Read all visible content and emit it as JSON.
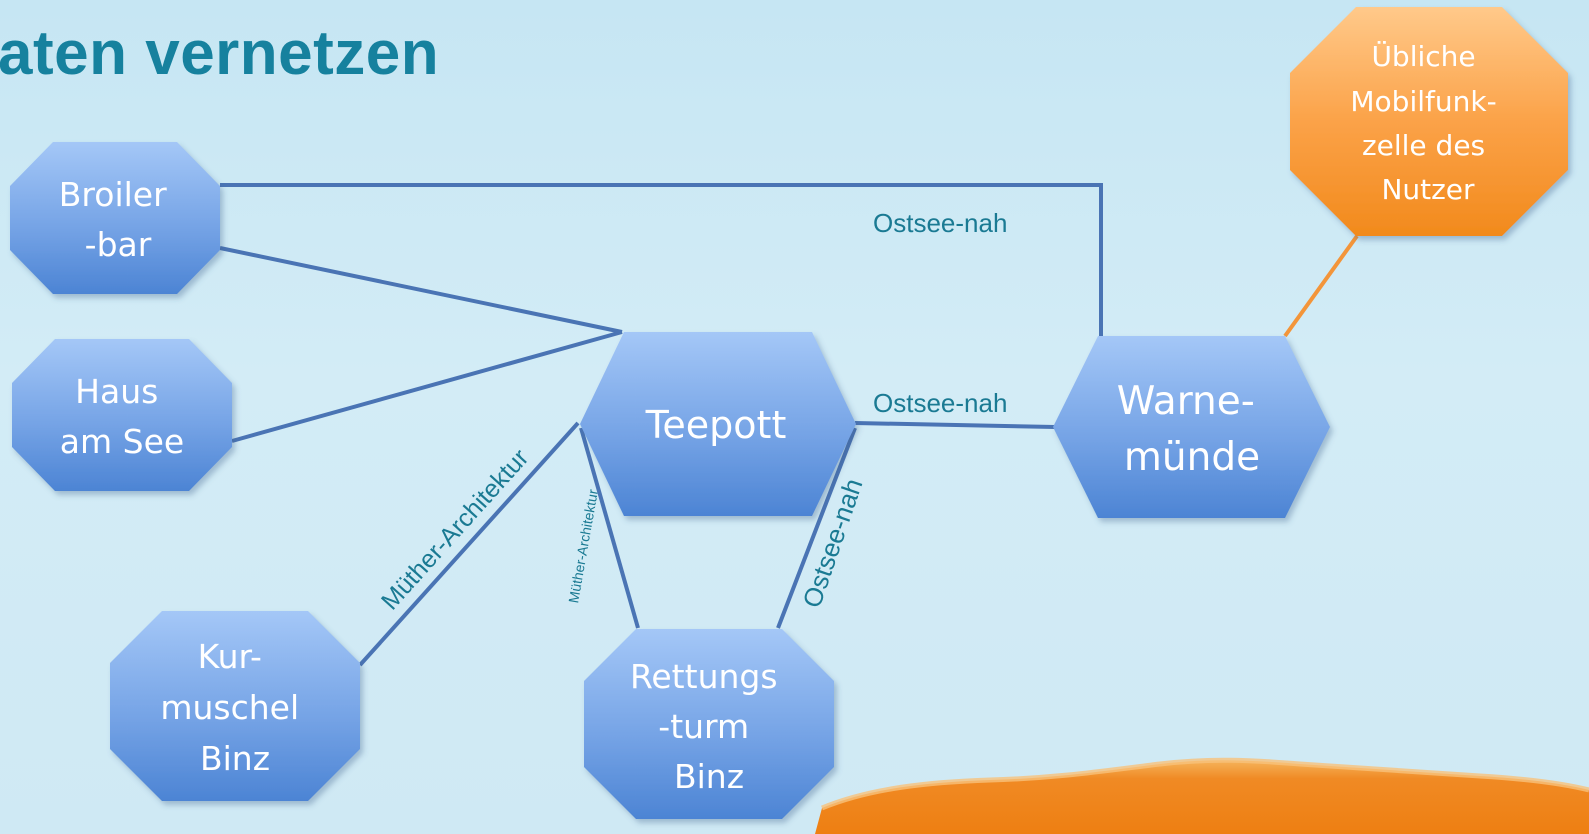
{
  "slide": {
    "title": "aten vernetzen"
  },
  "nodes": {
    "broiler": [
      "Broiler",
      "-bar"
    ],
    "haus": [
      "Haus",
      "am See"
    ],
    "kurmuschel": [
      "Kur-",
      "muschel",
      "Binz"
    ],
    "teepott": [
      "Teepott"
    ],
    "rettungsturm": [
      "Rettungs",
      "-turm",
      "Binz"
    ],
    "warnemuende": [
      "Warne-",
      "münde"
    ],
    "mobilfunk": [
      "Übliche",
      "Mobilfunk-",
      "zelle des",
      "Nutzer"
    ]
  },
  "edges": {
    "broiler_warnemuende": "Ostsee-nah",
    "teepott_warnemuende": "Ostsee-nah",
    "teepott_kurmuschel": "Müther-Architektur",
    "teepott_rettungsturm_left": "Müther-Architektur",
    "teepott_rettungsturm_right": "Ostsee-nah"
  },
  "colors": {
    "title": "#16819e",
    "node_blue_top": "#9cc1f5",
    "node_blue_bottom": "#4f86d6",
    "node_orange_top": "#ffc07a",
    "node_orange_bottom": "#f38a1e",
    "edge_blue": "#4a74b4",
    "edge_orange": "#f3953a",
    "edge_label": "#1a7a93"
  }
}
